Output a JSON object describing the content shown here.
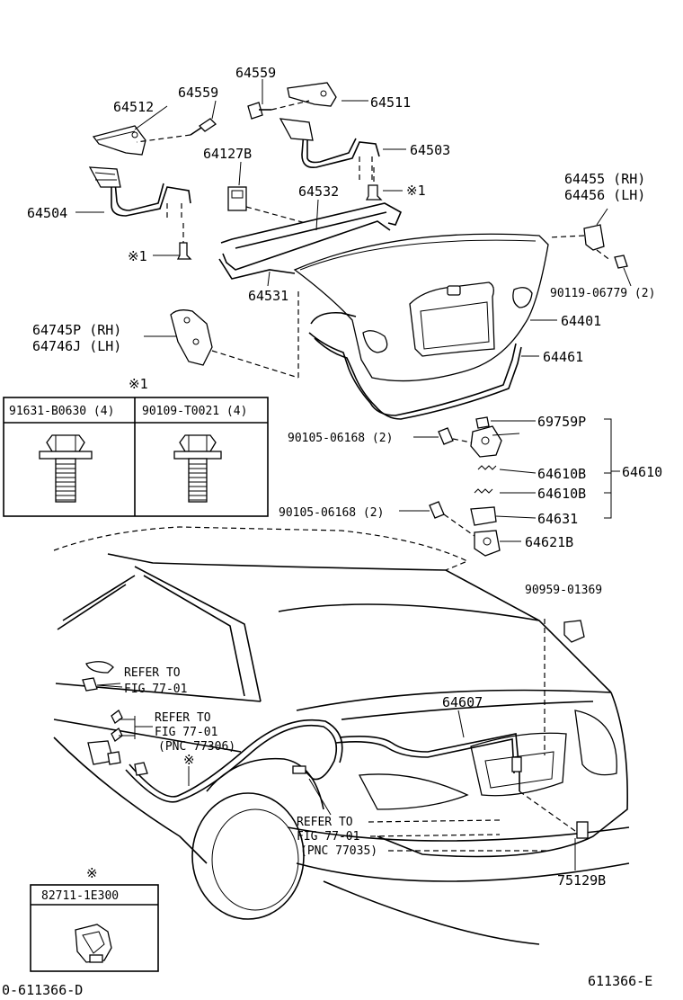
{
  "parts": {
    "p64559a": "64559",
    "p64559b": "64559",
    "p64512": "64512",
    "p64511": "64511",
    "p64503": "64503",
    "p64127b": "64127B",
    "p64532": "64532",
    "p64504": "64504",
    "star1a": "※1",
    "star1b": "※1",
    "p64531": "64531",
    "p64455": "64455 (RH)",
    "p64456": "64456 (LH)",
    "p90119": "90119-06779 (2)",
    "p64745": "64745P (RH)",
    "p64746": "64746J (LH)",
    "p64401": "64401",
    "p64461": "64461",
    "p69759": "69759P",
    "p90105a": "90105-06168 (2)",
    "p64610b1": "64610B",
    "p64610": "64610",
    "p64610b2": "64610B",
    "p90105b": "90105-06168 (2)",
    "p64631": "64631",
    "p64621": "64621B",
    "p90959": "90959-01369",
    "p64607": "64607",
    "p75129": "75129B"
  },
  "fastener_table": {
    "marker": "※1",
    "col1": "91631-B0630 (4)",
    "col2": "90109-T0021 (4)"
  },
  "clip_table": {
    "marker": "※",
    "part": "82711-1E300"
  },
  "refer": {
    "r1_l1": "REFER TO",
    "r1_l2": "FIG 77-01",
    "r2_l1": "REFER TO",
    "r2_l2": "FIG 77-01",
    "r2_l3": "(PNC 77306)",
    "r3_l1": "REFER TO",
    "r3_l2": "FIG 77-01",
    "r3_l3": "(PNC 77035)",
    "star": "※"
  },
  "footer": {
    "left": "0-611366-D",
    "right": "611366-E"
  }
}
